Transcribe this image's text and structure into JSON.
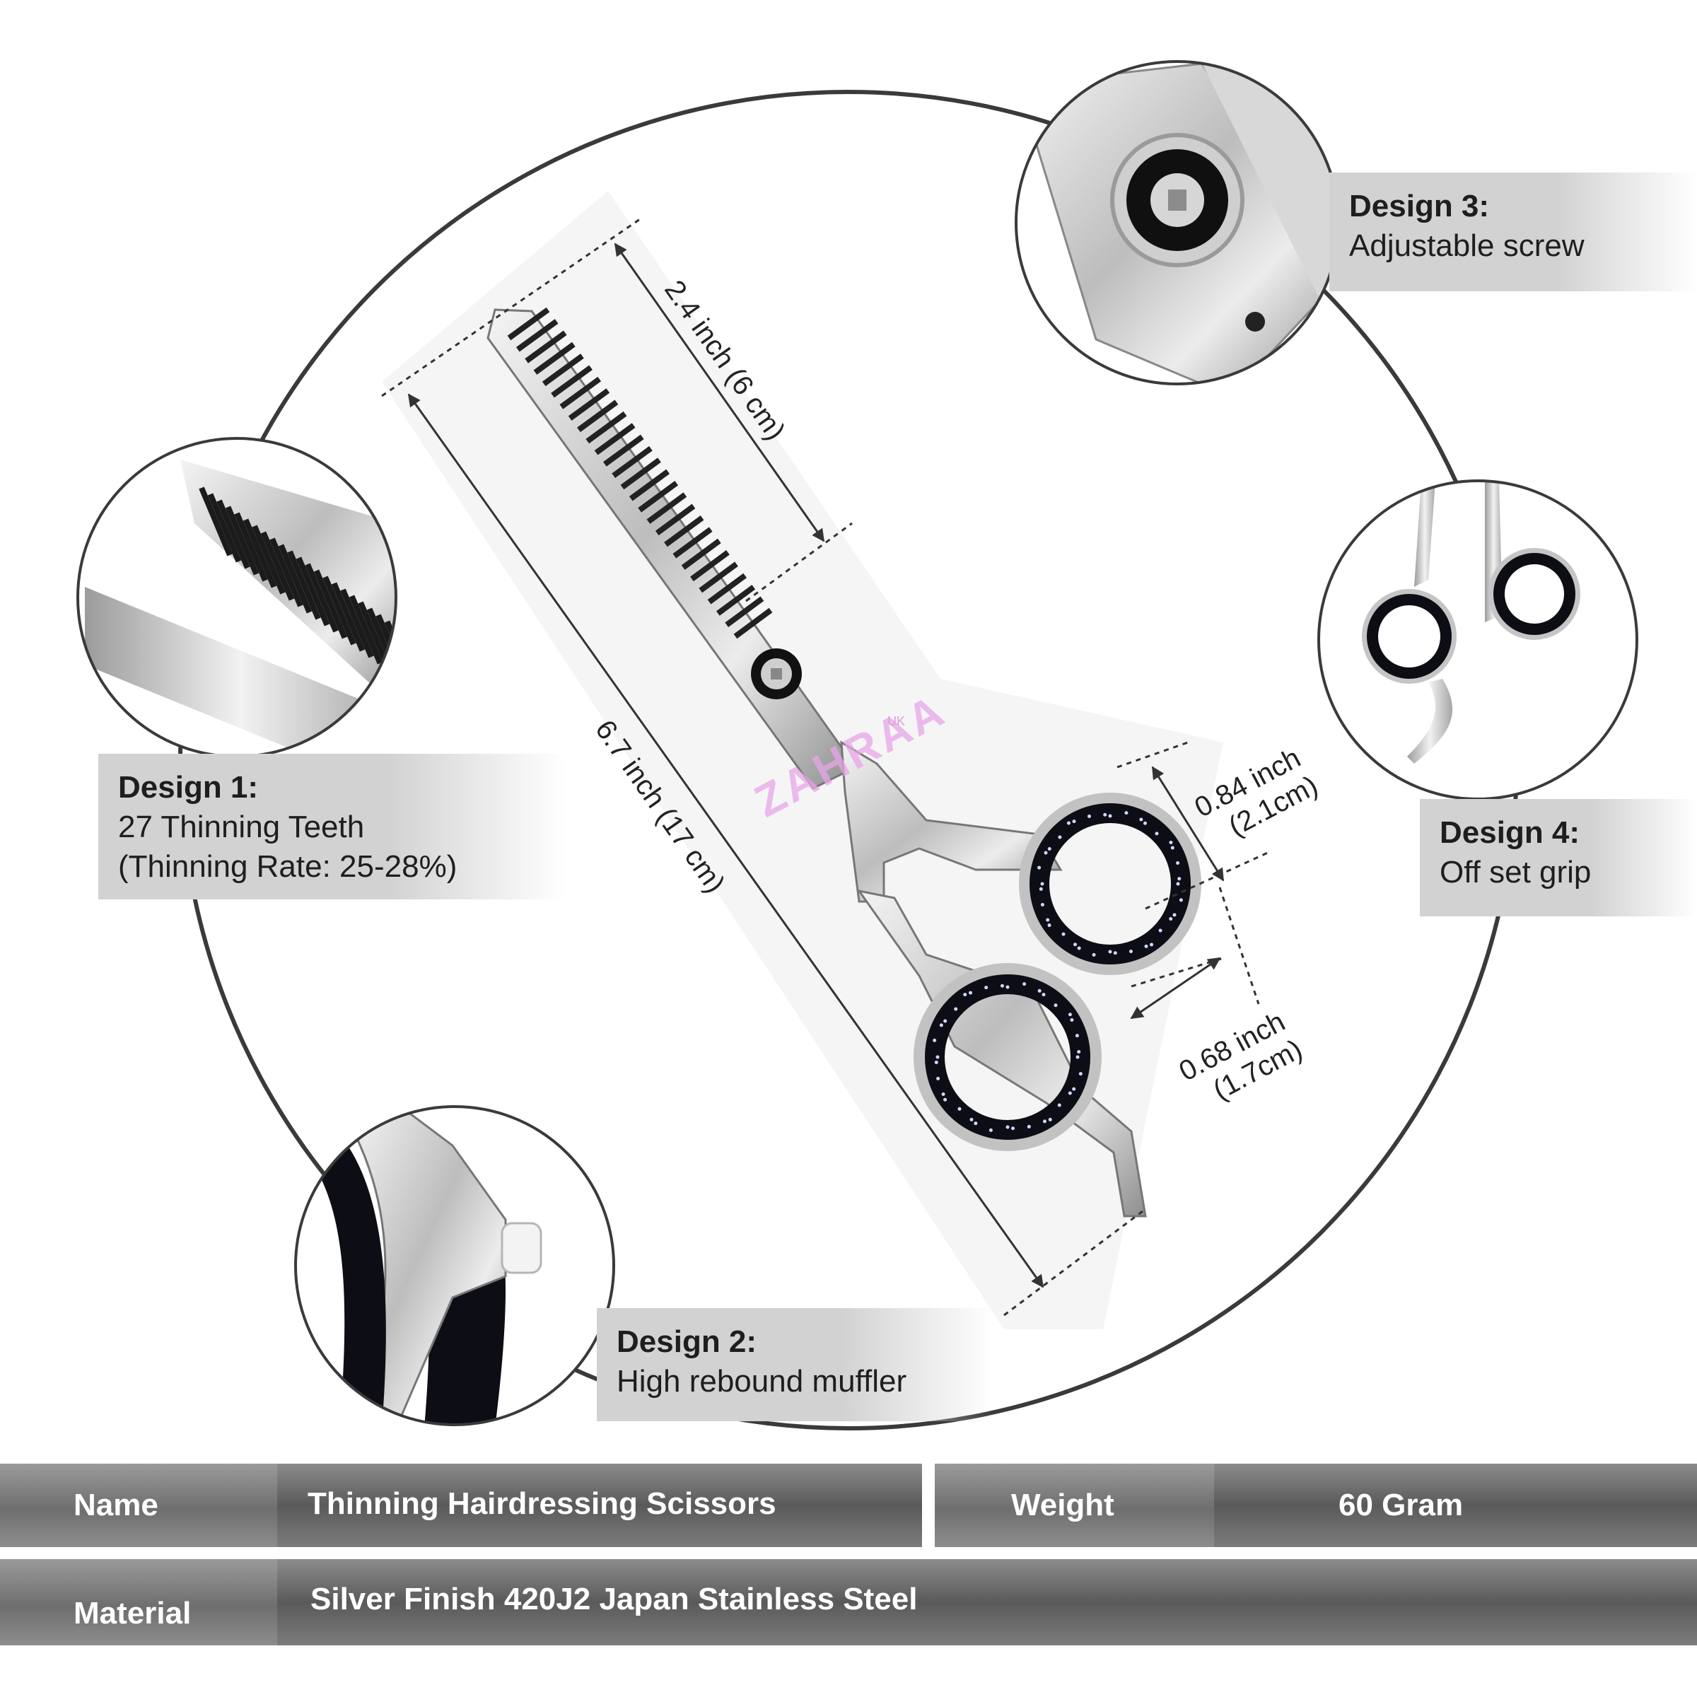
{
  "callouts": {
    "design1": {
      "title": "Design 1:",
      "line1": "27 Thinning Teeth",
      "line2": "(Thinning Rate: 25-28%)"
    },
    "design2": {
      "title": "Design 2:",
      "line1": "High rebound muffler"
    },
    "design3": {
      "title": "Design 3:",
      "line1": "Adjustable screw"
    },
    "design4": {
      "title": "Design 4:",
      "line1": "Off set grip"
    }
  },
  "measurements": {
    "blade_length": "2.4 inch (6 cm)",
    "total_length": "6.7 inch (17 cm)",
    "ring_outer_line1": "0.84 inch",
    "ring_outer_line2": "(2.1cm)",
    "ring_inner_line1": "0.68 inch",
    "ring_inner_line2": "(1.7cm)"
  },
  "watermark": {
    "brand": "ZAHRAA",
    "suffix": "UK"
  },
  "specs": {
    "name_label": "Name",
    "name_value": "Thinning Hairdressing Scissors",
    "weight_label": "Weight",
    "weight_value": "60 Gram",
    "material_label": "Material",
    "material_value": "Silver Finish 420J2 Japan Stainless Steel"
  },
  "colors": {
    "ring_black": "#0d0d16",
    "steel": "#c9c9c9",
    "callout_bg": "#d2d2d2",
    "table_bg": "#6b6b6b"
  }
}
